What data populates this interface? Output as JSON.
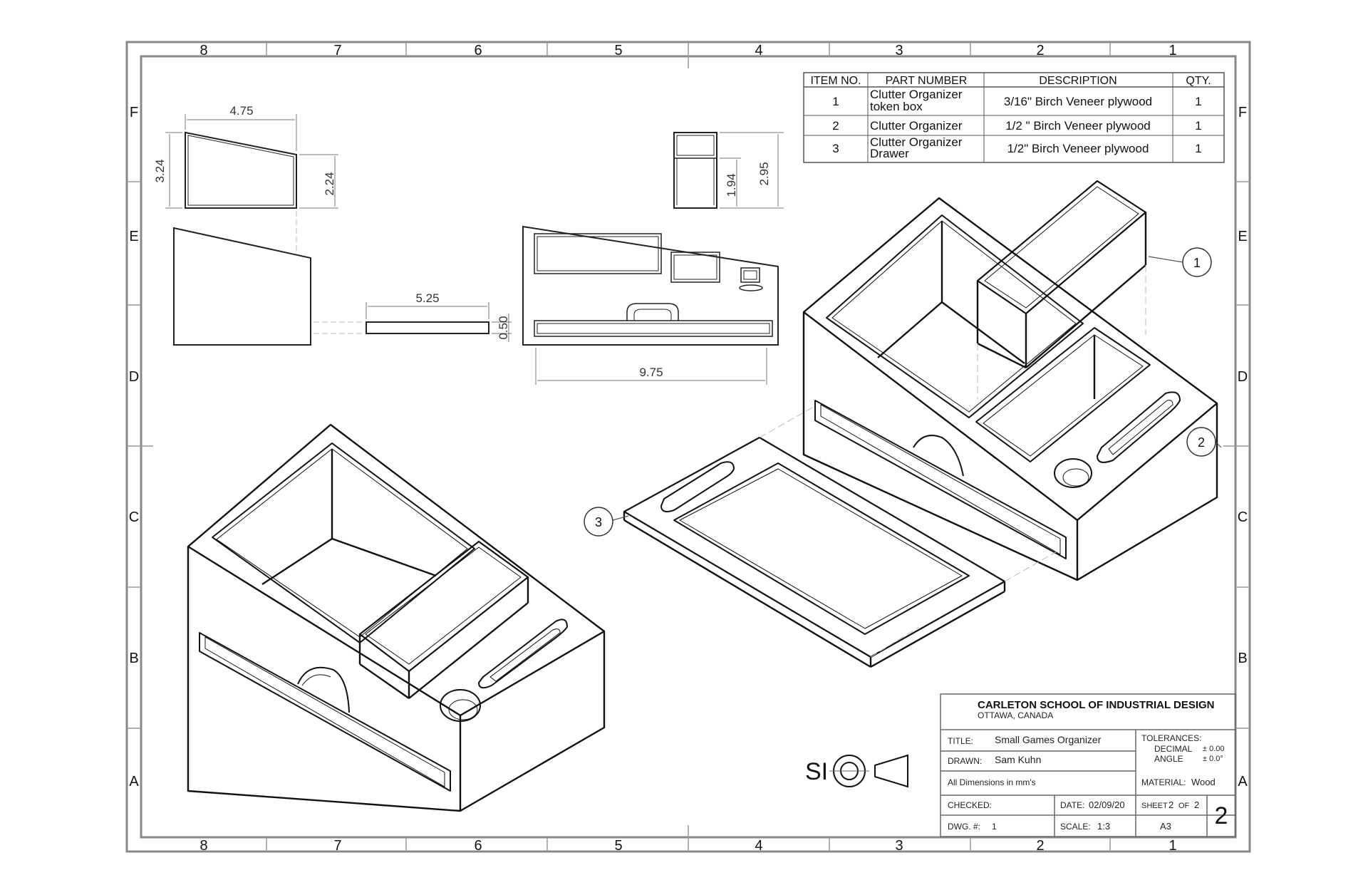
{
  "zones": {
    "columns": [
      "8",
      "7",
      "6",
      "5",
      "4",
      "3",
      "2",
      "1"
    ],
    "rows": [
      "F",
      "E",
      "D",
      "C",
      "B",
      "A"
    ]
  },
  "bom": {
    "headers": [
      "ITEM NO.",
      "PART NUMBER",
      "DESCRIPTION",
      "QTY."
    ],
    "rows": [
      {
        "item": "1",
        "part_line1": "Clutter Organizer",
        "part_line2": "token box",
        "description": "3/16\" Birch Veneer plywood",
        "qty": "1"
      },
      {
        "item": "2",
        "part_line1": "Clutter Organizer",
        "part_line2": "",
        "description": "1/2 \" Birch Veneer plywood",
        "qty": "1"
      },
      {
        "item": "3",
        "part_line1": "Clutter Organizer",
        "part_line2": "Drawer",
        "description": "1/2\" Birch Veneer plywood",
        "qty": "1"
      }
    ]
  },
  "dimensions": {
    "top_width": "4.75",
    "left_height": "3.24",
    "right_height": "2.24",
    "drawer_width": "5.25",
    "drawer_thickness": "0.50",
    "front_width": "9.75",
    "side_inner": "1.94",
    "side_outer": "2.95"
  },
  "balloons": [
    "1",
    "2",
    "3"
  ],
  "projection_symbol": "SI",
  "title_block": {
    "school": "CARLETON SCHOOL OF INDUSTRIAL DESIGN",
    "location": "OTTAWA, CANADA",
    "title_label": "TITLE:",
    "title": "Small Games Organizer",
    "drawn_label": "DRAWN:",
    "drawn": "Sam Kuhn",
    "units_note": "All Dimensions in mm's",
    "tolerances_label": "TOLERANCES:",
    "decimal_label": "DECIMAL",
    "decimal_value": "± 0.00",
    "angle_label": "ANGLE",
    "angle_value": "± 0.0°",
    "material_label": "MATERIAL:",
    "material": "Wood",
    "checked_label": "CHECKED:",
    "date_label": "DATE:",
    "date": "02/09/20",
    "sheet_label": "SHEET",
    "sheet_no": "2",
    "of_label": "OF",
    "sheet_total": "2",
    "sheet_big": "2",
    "dwg_label": "DWG. #:",
    "dwg": "1",
    "scale_label": "SCALE:",
    "scale": "1:3",
    "paper_size": "A3"
  }
}
